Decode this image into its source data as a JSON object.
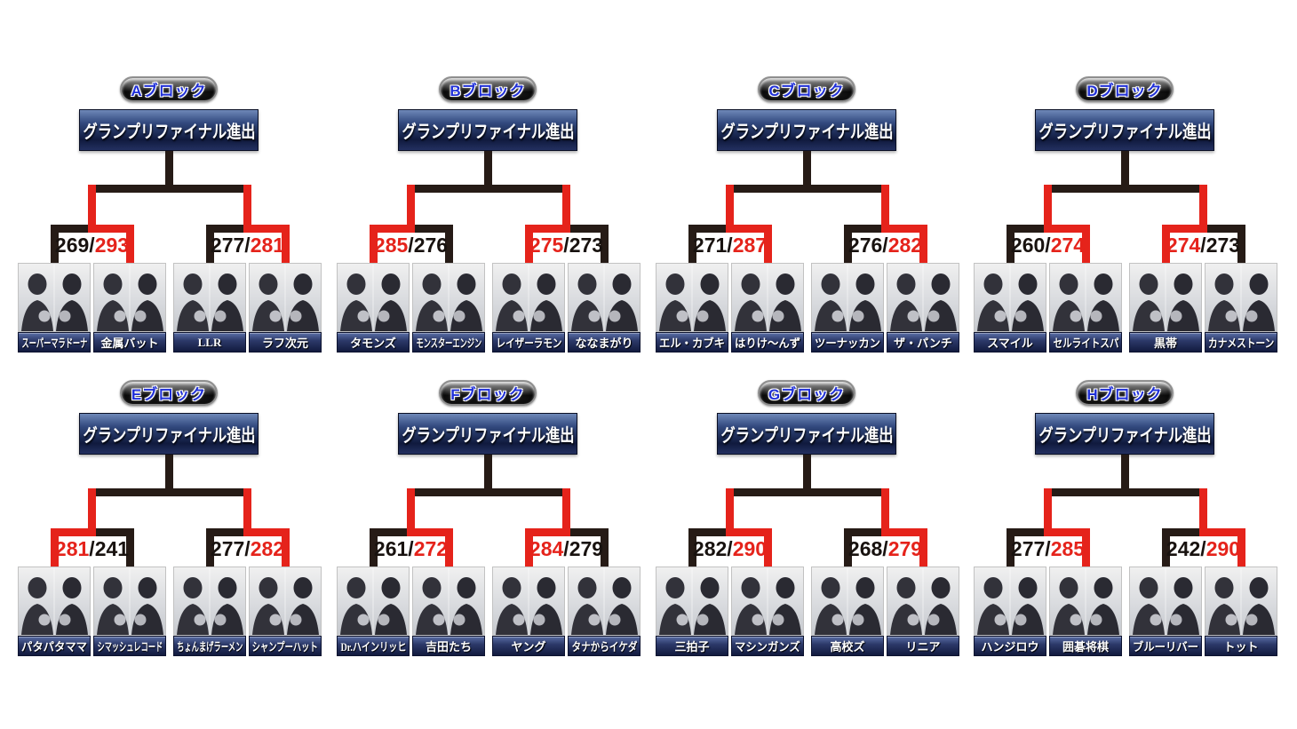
{
  "banner_label": "グランプリファイナル進出",
  "score_separator": "/",
  "colors": {
    "winner_red": "#e5231b",
    "line_black": "#261b16",
    "score_black": "#18120f",
    "background": "#ffffff",
    "plate_navy": "#1b2a5e",
    "pill_text_blue": "#2030d8"
  },
  "blocks": [
    {
      "id": "A",
      "label": "Aブロック",
      "final_label": "グランプリファイナル進出",
      "matches": [
        {
          "left": {
            "name": "スーパーマラドーナ",
            "score": 269
          },
          "right": {
            "name": "金属バット",
            "score": 293
          },
          "winner": "right"
        },
        {
          "left": {
            "name": "LLR",
            "score": 277
          },
          "right": {
            "name": "ラフ次元",
            "score": 281
          },
          "winner": "right"
        }
      ]
    },
    {
      "id": "B",
      "label": "Bブロック",
      "final_label": "グランプリファイナル進出",
      "matches": [
        {
          "left": {
            "name": "タモンズ",
            "score": 285
          },
          "right": {
            "name": "モンスターエンジン",
            "score": 276
          },
          "winner": "left"
        },
        {
          "left": {
            "name": "レイザーラモン",
            "score": 275
          },
          "right": {
            "name": "ななまがり",
            "score": 273
          },
          "winner": "left"
        }
      ]
    },
    {
      "id": "C",
      "label": "Cブロック",
      "final_label": "グランプリファイナル進出",
      "matches": [
        {
          "left": {
            "name": "エル・カブキ",
            "score": 271
          },
          "right": {
            "name": "はりけ〜んず",
            "score": 287
          },
          "winner": "right"
        },
        {
          "left": {
            "name": "ツーナッカン",
            "score": 276
          },
          "right": {
            "name": "ザ・パンチ",
            "score": 282
          },
          "winner": "right"
        }
      ]
    },
    {
      "id": "D",
      "label": "Dブロック",
      "final_label": "グランプリファイナル進出",
      "matches": [
        {
          "left": {
            "name": "スマイル",
            "score": 260
          },
          "right": {
            "name": "セルライトスパ",
            "score": 274
          },
          "winner": "right"
        },
        {
          "left": {
            "name": "黒帯",
            "score": 274
          },
          "right": {
            "name": "カナメストーン",
            "score": 273
          },
          "winner": "left"
        }
      ]
    },
    {
      "id": "E",
      "label": "Eブロック",
      "final_label": "グランプリファイナル進出",
      "matches": [
        {
          "left": {
            "name": "パタパタママ",
            "score": 281
          },
          "right": {
            "name": "シマッシュレコード",
            "score": 241
          },
          "winner": "left"
        },
        {
          "left": {
            "name": "ちょんまげラーメン",
            "score": 277
          },
          "right": {
            "name": "シャンプーハット",
            "score": 282
          },
          "winner": "right"
        }
      ]
    },
    {
      "id": "F",
      "label": "Fブロック",
      "final_label": "グランプリファイナル進出",
      "matches": [
        {
          "left": {
            "name": "Dr.ハインリッヒ",
            "score": 261
          },
          "right": {
            "name": "吉田たち",
            "score": 272
          },
          "winner": "right"
        },
        {
          "left": {
            "name": "ヤング",
            "score": 284
          },
          "right": {
            "name": "タナからイケダ",
            "score": 279
          },
          "winner": "left"
        }
      ]
    },
    {
      "id": "G",
      "label": "Gブロック",
      "final_label": "グランプリファイナル進出",
      "matches": [
        {
          "left": {
            "name": "三拍子",
            "score": 282
          },
          "right": {
            "name": "マシンガンズ",
            "score": 290
          },
          "winner": "right"
        },
        {
          "left": {
            "name": "高校ズ",
            "score": 268
          },
          "right": {
            "name": "リニア",
            "score": 279
          },
          "winner": "right"
        }
      ]
    },
    {
      "id": "H",
      "label": "Hブロック",
      "final_label": "グランプリファイナル進出",
      "matches": [
        {
          "left": {
            "name": "ハンジロウ",
            "score": 277
          },
          "right": {
            "name": "囲碁将棋",
            "score": 285
          },
          "winner": "right"
        },
        {
          "left": {
            "name": "ブルーリバー",
            "score": 242
          },
          "right": {
            "name": "トット",
            "score": 290
          },
          "winner": "right"
        }
      ]
    }
  ]
}
